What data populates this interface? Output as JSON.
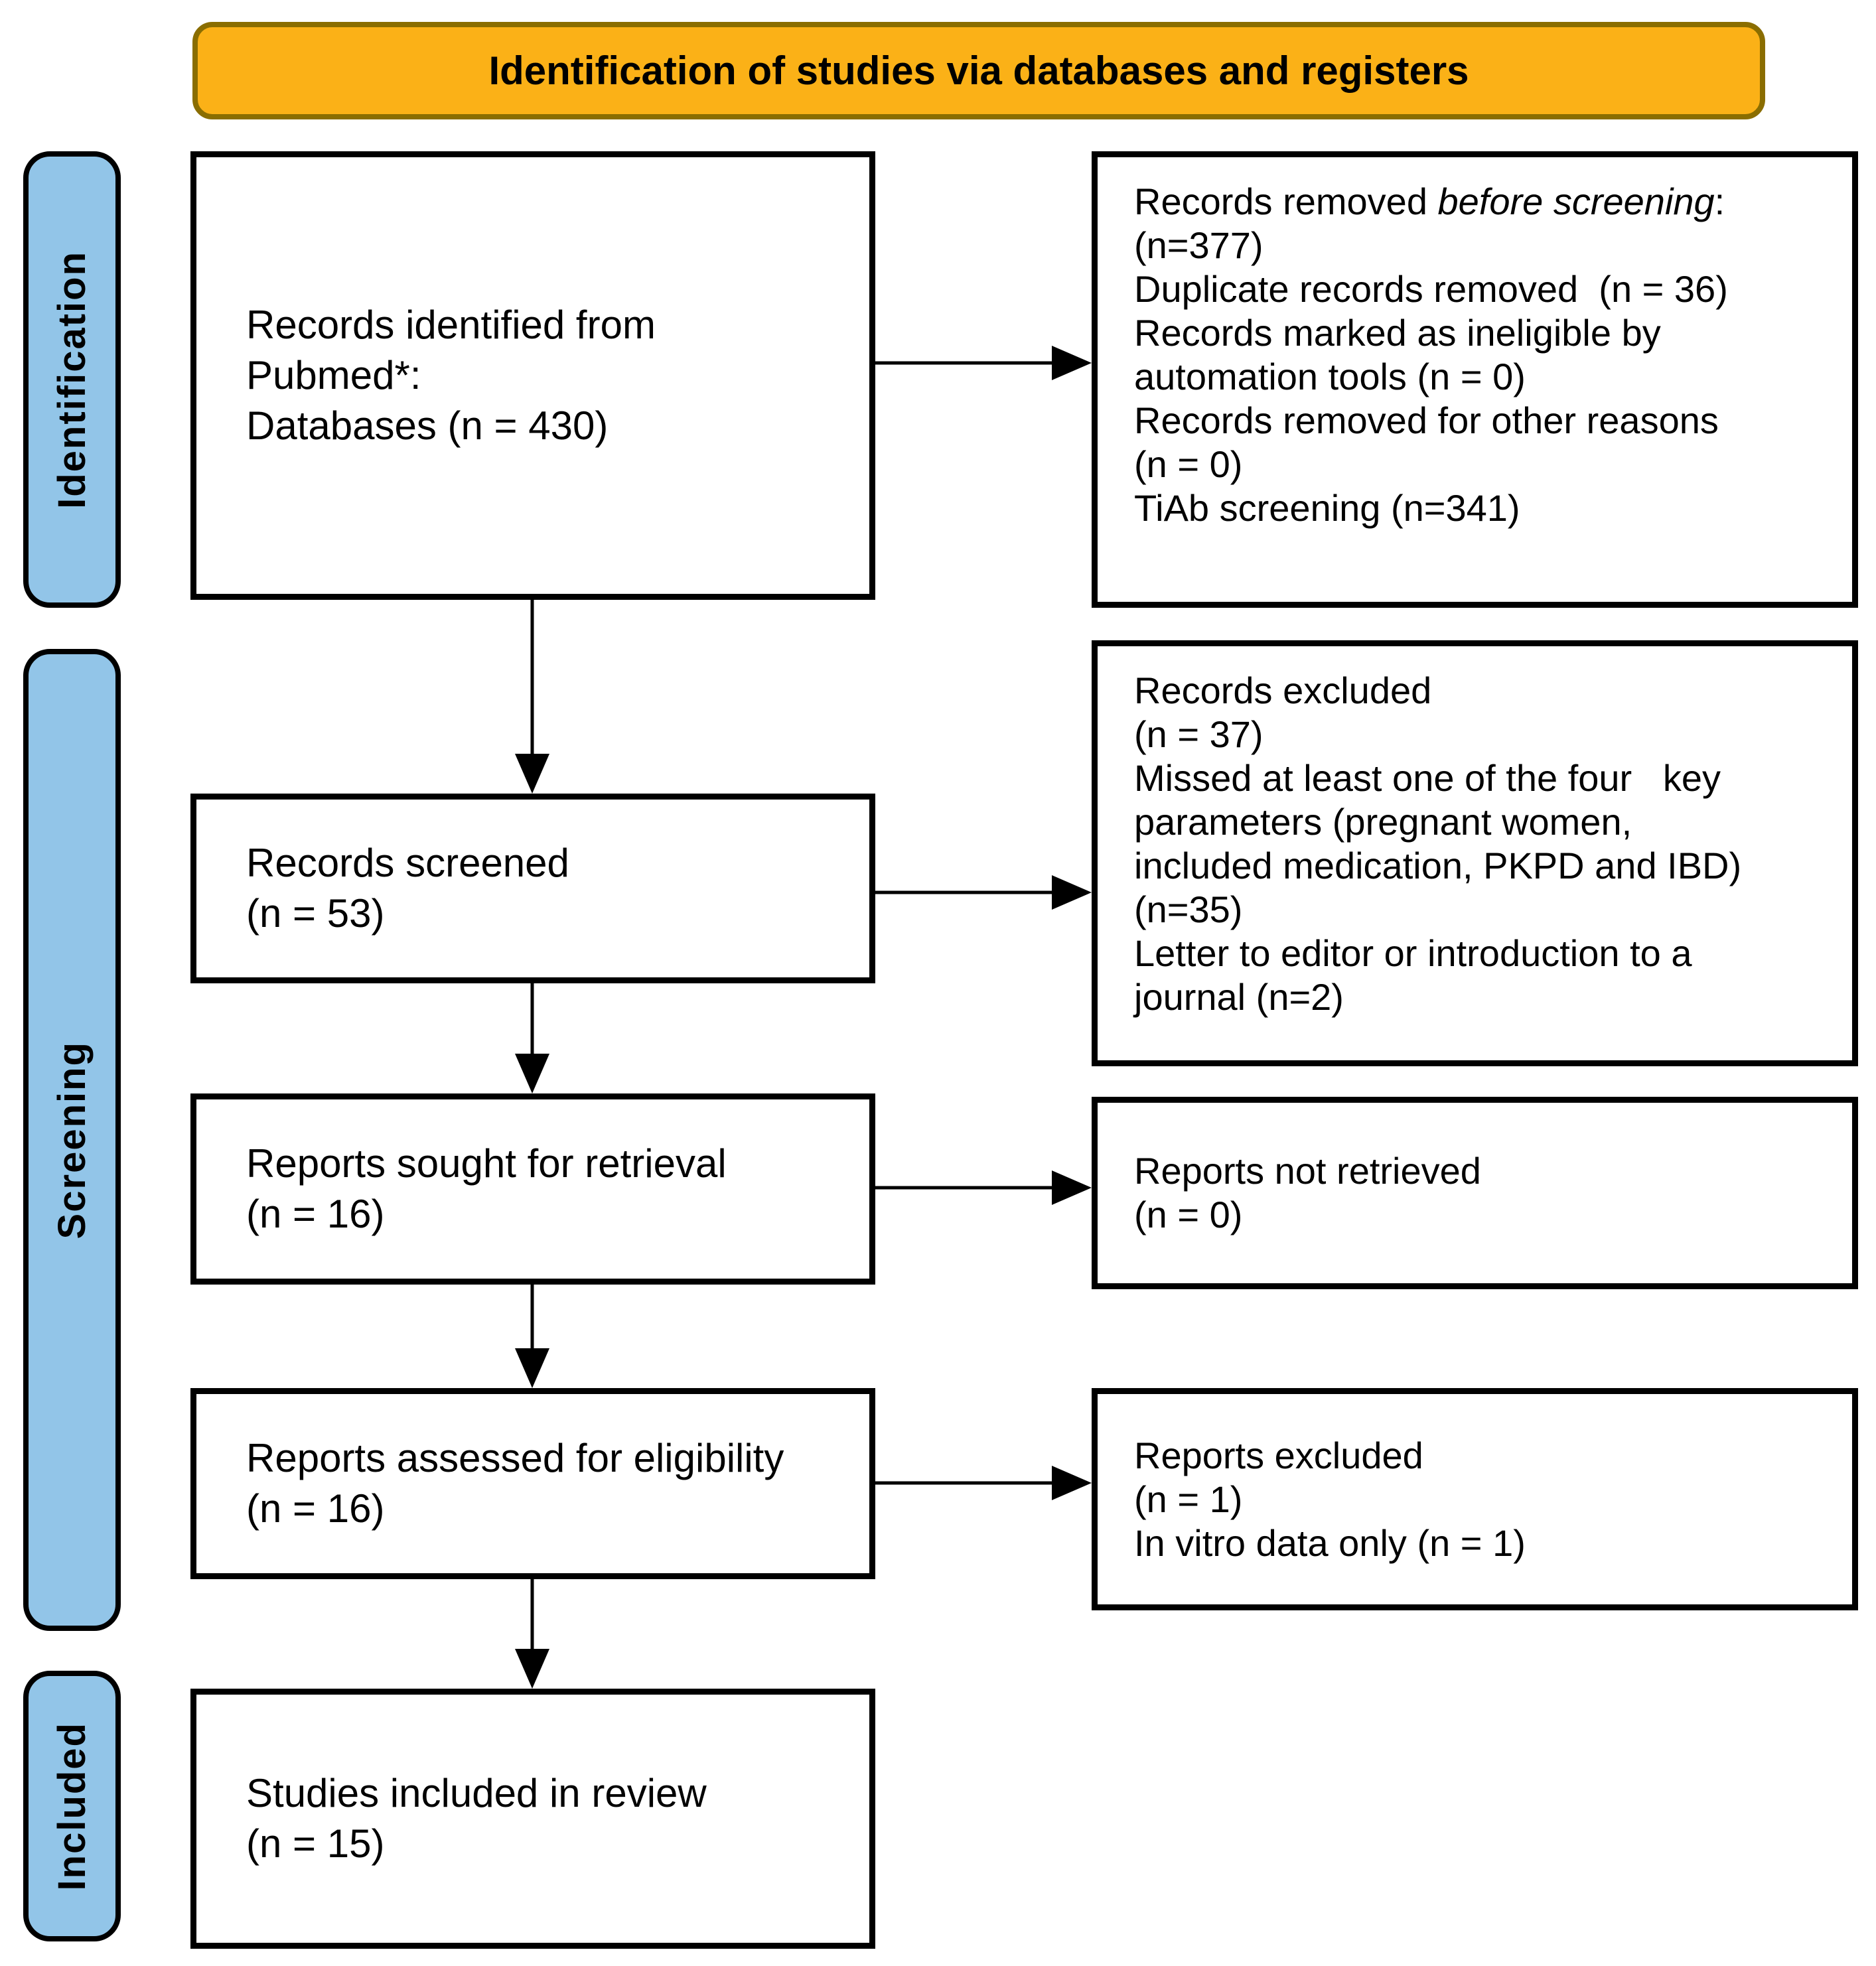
{
  "banner": {
    "title": "Identification of studies via databases and registers"
  },
  "colors": {
    "banner_bg": "#FBB117",
    "banner_border": "#8A6D00",
    "stage_bg": "#92C5E8",
    "box_border": "#000000",
    "text_color": "#000000"
  },
  "stages": [
    {
      "label": "Identification"
    },
    {
      "label": "Screening"
    },
    {
      "label": "Included"
    }
  ],
  "boxes": {
    "records_identified": {
      "lines": [
        "Records identified from",
        "Pubmed*:",
        "Databases (n = 430)"
      ]
    },
    "records_removed": {
      "line1": {
        "prefix": "Records removed ",
        "italic": "before screening",
        "suffix": ":"
      },
      "lines": [
        "(n=377)",
        "Duplicate records removed  (n = 36)",
        "Records marked as ineligible by",
        "automation tools (n = 0)",
        "Records removed for other reasons",
        "(n = 0)",
        "TiAb screening (n=341)"
      ]
    },
    "records_screened": {
      "lines": [
        "Records screened",
        "(n = 53)"
      ]
    },
    "records_excluded": {
      "lines": [
        "Records excluded",
        "(n = 37)",
        "Missed at least one of the four   key",
        "parameters (pregnant women,",
        "included medication, PKPD and IBD)",
        "(n=35)",
        "Letter to editor or introduction to a",
        "journal (n=2)"
      ]
    },
    "reports_sought": {
      "lines": [
        "Reports sought for retrieval",
        "(n = 16)"
      ]
    },
    "reports_not_retrieved": {
      "lines": [
        "Reports not retrieved",
        "(n = 0)"
      ]
    },
    "reports_assessed": {
      "lines": [
        "Reports assessed for eligibility",
        "(n = 16)"
      ]
    },
    "reports_excluded": {
      "lines": [
        "Reports excluded",
        "(n = 1)",
        "In vitro data only (n = 1)"
      ]
    },
    "studies_included": {
      "lines": [
        "Studies included in review",
        "(n = 15)"
      ]
    }
  }
}
